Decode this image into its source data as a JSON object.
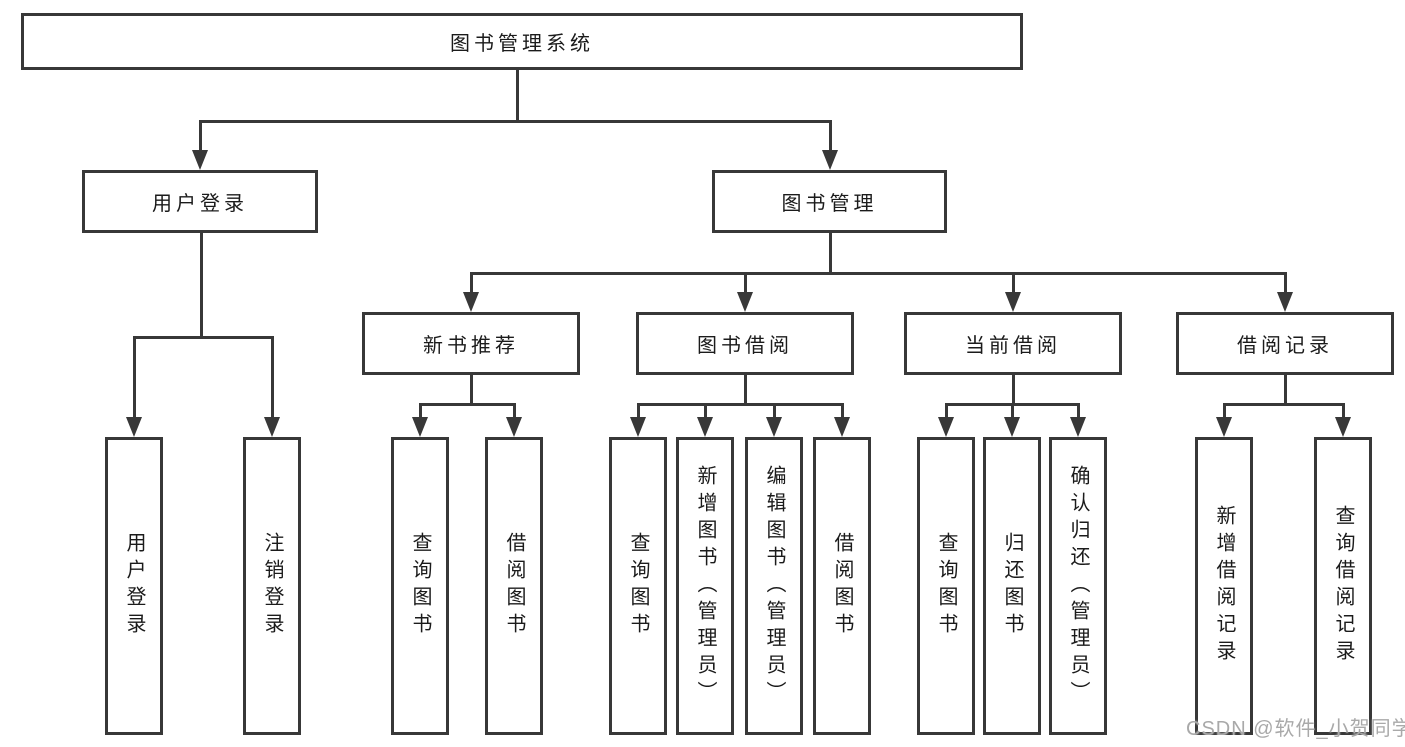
{
  "watermark": {
    "text": "CSDN @软件_小贺同学"
  },
  "colors": {
    "line": "#383838",
    "box_background": "#ffffff",
    "text": "#1b1b1b",
    "watermark": "#a9a9a9"
  },
  "tree": {
    "label": "图书管理系统",
    "children": [
      {
        "label": "用户登录",
        "children": [
          {
            "label": "用户登录"
          },
          {
            "label": "注销登录"
          }
        ]
      },
      {
        "label": "图书管理",
        "children": [
          {
            "label": "新书推荐",
            "children": [
              {
                "label": "查询图书"
              },
              {
                "label": "借阅图书"
              }
            ]
          },
          {
            "label": "图书借阅",
            "children": [
              {
                "label": "查询图书"
              },
              {
                "label": "新增图书（管理员）"
              },
              {
                "label": "编辑图书（管理员）"
              },
              {
                "label": "借阅图书"
              }
            ]
          },
          {
            "label": "当前借阅",
            "children": [
              {
                "label": "查询图书"
              },
              {
                "label": "归还图书"
              },
              {
                "label": "确认归还（管理员）"
              }
            ]
          },
          {
            "label": "借阅记录",
            "children": [
              {
                "label": "新增借阅记录"
              },
              {
                "label": "查询借阅记录"
              }
            ]
          }
        ]
      }
    ]
  }
}
